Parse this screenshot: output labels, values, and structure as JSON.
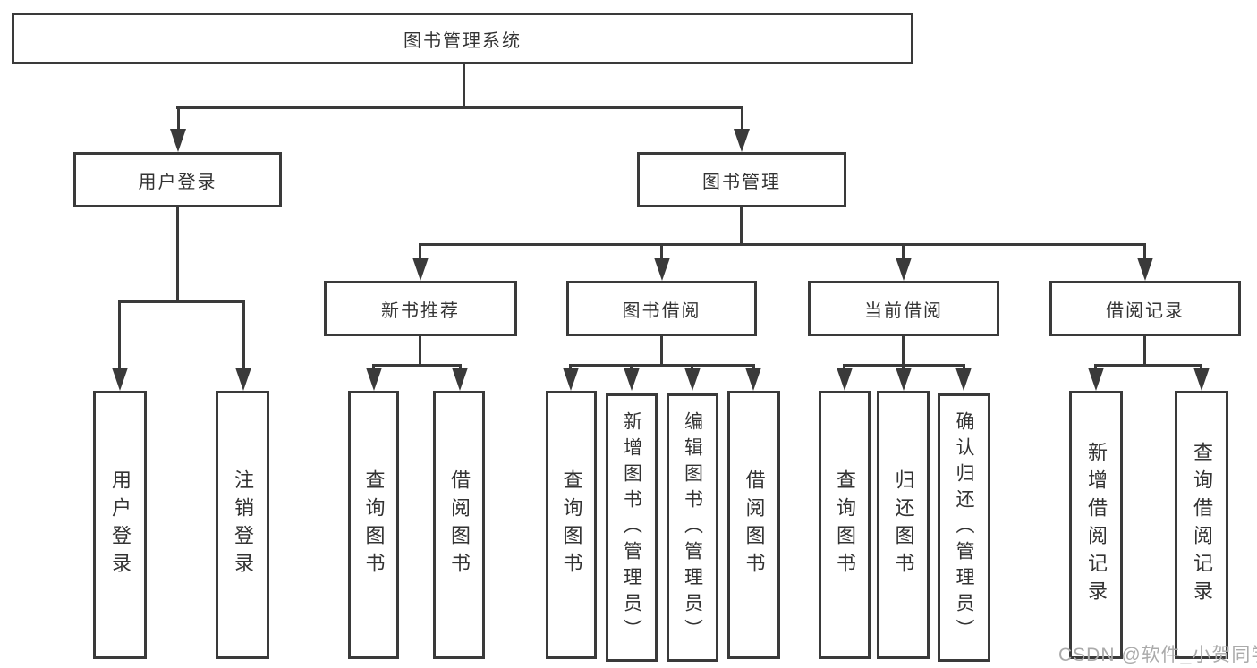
{
  "nodes": {
    "root": "图书管理系统",
    "level2": {
      "user_login": "用户登录",
      "book_management": "图书管理"
    },
    "level3": {
      "new_book_recommend": "新书推荐",
      "book_borrowing": "图书借阅",
      "current_borrowing": "当前借阅",
      "borrowing_records": "借阅记录"
    },
    "leaves": [
      "用户登录",
      "注销登录",
      "查询图书",
      "借阅图书",
      "查询图书",
      "新增图书（管理员）",
      "编辑图书（管理员）",
      "借阅图书",
      "查询图书",
      "归还图书",
      "确认归还（管理员）",
      "新增借阅记录",
      "查询借阅记录"
    ]
  },
  "watermark": "CSDN @软件_小贺同学",
  "colors": {
    "line": "#3a3a3a",
    "text": "#333333",
    "watermark": "#aaaaaa",
    "background": "#ffffff"
  }
}
